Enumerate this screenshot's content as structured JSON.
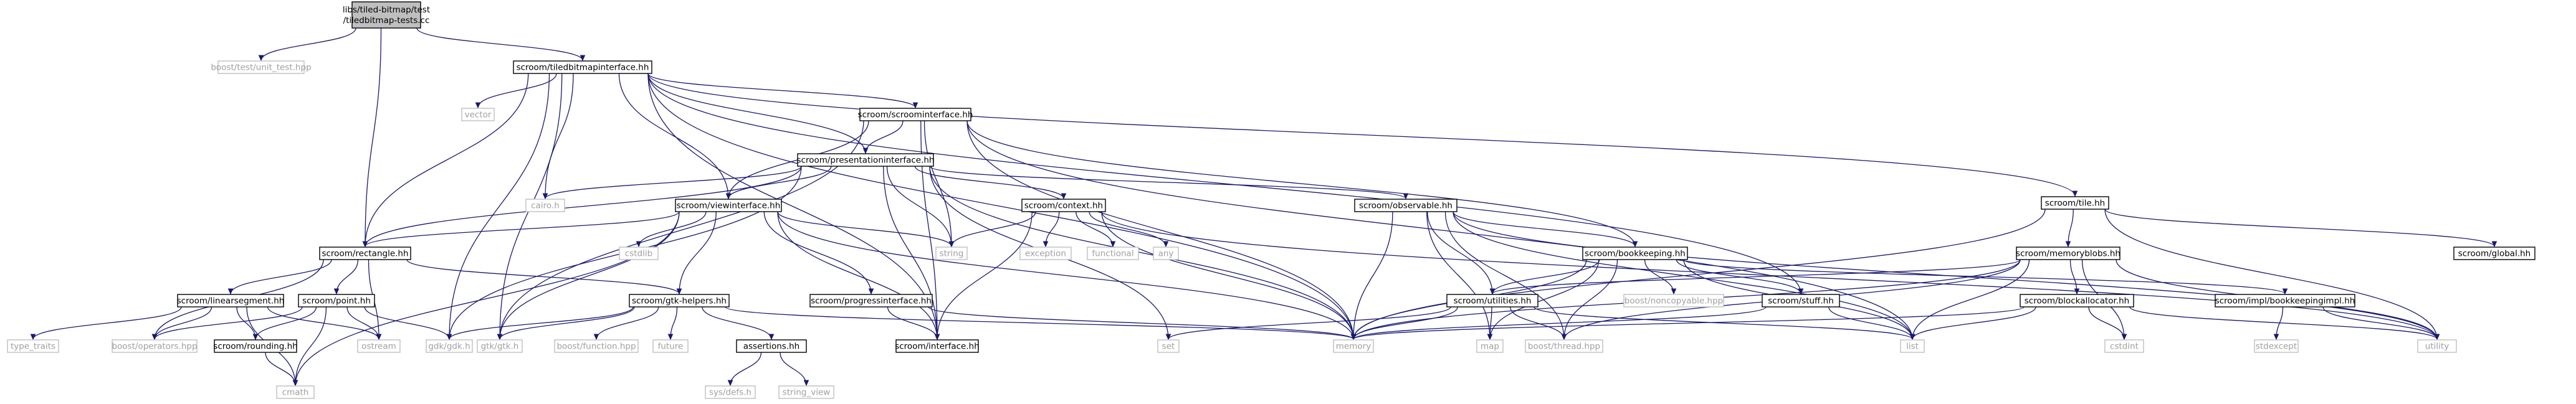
{
  "diagram": {
    "title": "",
    "colors": {
      "edge": "#191970",
      "root_fill": "#bfbfbf",
      "node_border": "#000000",
      "external_border": "#bfbfbf",
      "external_text": "#a0a0a0"
    },
    "nodes": [
      {
        "id": "root",
        "lines": [
          "libs/tiled-bitmap/test",
          "/tiledbitmap-tests.cc"
        ],
        "kind": "root"
      },
      {
        "id": "unit_test",
        "lines": [
          "boost/test/unit_test.hpp"
        ],
        "kind": "external"
      },
      {
        "id": "tbi",
        "lines": [
          "scroom/tiledbitmapinterface.hh"
        ],
        "kind": "internal"
      },
      {
        "id": "vector",
        "lines": [
          "vector"
        ],
        "kind": "external"
      },
      {
        "id": "scroomint",
        "lines": [
          "scroom/scroominterface.hh"
        ],
        "kind": "internal"
      },
      {
        "id": "pres",
        "lines": [
          "scroom/presentationinterface.hh"
        ],
        "kind": "internal"
      },
      {
        "id": "tile",
        "lines": [
          "scroom/tile.hh"
        ],
        "kind": "internal"
      },
      {
        "id": "cairo",
        "lines": [
          "cairo.h"
        ],
        "kind": "external"
      },
      {
        "id": "view",
        "lines": [
          "scroom/viewinterface.hh"
        ],
        "kind": "internal"
      },
      {
        "id": "context",
        "lines": [
          "scroom/context.hh"
        ],
        "kind": "internal"
      },
      {
        "id": "observable",
        "lines": [
          "scroom/observable.hh"
        ],
        "kind": "internal"
      },
      {
        "id": "globalh",
        "lines": [
          "scroom/global.hh"
        ],
        "kind": "internal"
      },
      {
        "id": "rect",
        "lines": [
          "scroom/rectangle.hh"
        ],
        "kind": "internal"
      },
      {
        "id": "cstdlib",
        "lines": [
          "cstdlib"
        ],
        "kind": "external"
      },
      {
        "id": "string",
        "lines": [
          "string"
        ],
        "kind": "external"
      },
      {
        "id": "exception",
        "lines": [
          "exception"
        ],
        "kind": "external"
      },
      {
        "id": "functional",
        "lines": [
          "functional"
        ],
        "kind": "external"
      },
      {
        "id": "any",
        "lines": [
          "any"
        ],
        "kind": "external"
      },
      {
        "id": "bookkeeping",
        "lines": [
          "scroom/bookkeeping.hh"
        ],
        "kind": "internal"
      },
      {
        "id": "memblobs",
        "lines": [
          "scroom/memoryblobs.hh"
        ],
        "kind": "internal"
      },
      {
        "id": "linseg",
        "lines": [
          "scroom/linearsegment.hh"
        ],
        "kind": "internal"
      },
      {
        "id": "point",
        "lines": [
          "scroom/point.hh"
        ],
        "kind": "internal"
      },
      {
        "id": "gtkhelpers",
        "lines": [
          "scroom/gtk-helpers.hh"
        ],
        "kind": "internal"
      },
      {
        "id": "progress",
        "lines": [
          "scroom/progressinterface.hh"
        ],
        "kind": "internal"
      },
      {
        "id": "noncopyable",
        "lines": [
          "boost/noncopyable.hpp"
        ],
        "kind": "external"
      },
      {
        "id": "utilities",
        "lines": [
          "scroom/utilities.hh"
        ],
        "kind": "internal"
      },
      {
        "id": "stuff",
        "lines": [
          "scroom/stuff.hh"
        ],
        "kind": "internal"
      },
      {
        "id": "bkimpl",
        "lines": [
          "scroom/impl/bookkeepingimpl.hh"
        ],
        "kind": "internal"
      },
      {
        "id": "blockalloc",
        "lines": [
          "scroom/blockallocator.hh"
        ],
        "kind": "internal"
      },
      {
        "id": "type_traits",
        "lines": [
          "type_traits"
        ],
        "kind": "external"
      },
      {
        "id": "operators",
        "lines": [
          "boost/operators.hpp"
        ],
        "kind": "external"
      },
      {
        "id": "rounding",
        "lines": [
          "scroom/rounding.hh"
        ],
        "kind": "internal"
      },
      {
        "id": "ostream",
        "lines": [
          "ostream"
        ],
        "kind": "external"
      },
      {
        "id": "gdk",
        "lines": [
          "gdk/gdk.h"
        ],
        "kind": "external"
      },
      {
        "id": "gtk",
        "lines": [
          "gtk/gtk.h"
        ],
        "kind": "external"
      },
      {
        "id": "bfunction",
        "lines": [
          "boost/function.hpp"
        ],
        "kind": "external"
      },
      {
        "id": "future",
        "lines": [
          "future"
        ],
        "kind": "external"
      },
      {
        "id": "assertions",
        "lines": [
          "assertions.hh"
        ],
        "kind": "internal"
      },
      {
        "id": "interface",
        "lines": [
          "scroom/interface.hh"
        ],
        "kind": "internal"
      },
      {
        "id": "set",
        "lines": [
          "set"
        ],
        "kind": "external"
      },
      {
        "id": "memory",
        "lines": [
          "memory"
        ],
        "kind": "external"
      },
      {
        "id": "map",
        "lines": [
          "map"
        ],
        "kind": "external"
      },
      {
        "id": "bthread",
        "lines": [
          "boost/thread.hpp"
        ],
        "kind": "external"
      },
      {
        "id": "list",
        "lines": [
          "list"
        ],
        "kind": "external"
      },
      {
        "id": "cstdint",
        "lines": [
          "cstdint"
        ],
        "kind": "external"
      },
      {
        "id": "stdexcept",
        "lines": [
          "stdexcept"
        ],
        "kind": "external"
      },
      {
        "id": "utility",
        "lines": [
          "utility"
        ],
        "kind": "external"
      },
      {
        "id": "cmath",
        "lines": [
          "cmath"
        ],
        "kind": "external"
      },
      {
        "id": "sysdefs",
        "lines": [
          "sys/defs.h"
        ],
        "kind": "external"
      },
      {
        "id": "string_view",
        "lines": [
          "string_view"
        ],
        "kind": "external"
      }
    ],
    "edges": [
      [
        "root",
        "unit_test"
      ],
      [
        "root",
        "tbi"
      ],
      [
        "root",
        "rect"
      ],
      [
        "tbi",
        "vector"
      ],
      [
        "tbi",
        "scroomint"
      ],
      [
        "tbi",
        "pres"
      ],
      [
        "tbi",
        "tile"
      ],
      [
        "tbi",
        "cairo"
      ],
      [
        "tbi",
        "view"
      ],
      [
        "tbi",
        "rect"
      ],
      [
        "tbi",
        "memory"
      ],
      [
        "tbi",
        "gdk"
      ],
      [
        "tbi",
        "gtk"
      ],
      [
        "tbi",
        "stuff"
      ],
      [
        "tbi",
        "interface"
      ],
      [
        "scroomint",
        "pres"
      ],
      [
        "scroomint",
        "view"
      ],
      [
        "scroomint",
        "string"
      ],
      [
        "scroomint",
        "interface"
      ],
      [
        "scroomint",
        "memory"
      ],
      [
        "scroomint",
        "gtk"
      ],
      [
        "scroomint",
        "list"
      ],
      [
        "scroomint",
        "bookkeeping"
      ],
      [
        "pres",
        "cairo"
      ],
      [
        "pres",
        "view"
      ],
      [
        "pres",
        "context"
      ],
      [
        "pres",
        "observable"
      ],
      [
        "pres",
        "rect"
      ],
      [
        "pres",
        "gdk"
      ],
      [
        "pres",
        "memory"
      ],
      [
        "pres",
        "interface"
      ],
      [
        "pres",
        "set"
      ],
      [
        "pres",
        "string"
      ],
      [
        "tile",
        "memblobs"
      ],
      [
        "tile",
        "globalh"
      ],
      [
        "tile",
        "utility"
      ],
      [
        "tile",
        "memory"
      ],
      [
        "view",
        "rect"
      ],
      [
        "view",
        "cstdlib"
      ],
      [
        "view",
        "string"
      ],
      [
        "view",
        "gtkhelpers"
      ],
      [
        "view",
        "progress"
      ],
      [
        "view",
        "interface"
      ],
      [
        "view",
        "gtk"
      ],
      [
        "view",
        "memory"
      ],
      [
        "view",
        "cmath"
      ],
      [
        "context",
        "string"
      ],
      [
        "context",
        "exception"
      ],
      [
        "context",
        "functional"
      ],
      [
        "context",
        "any"
      ],
      [
        "context",
        "memory"
      ],
      [
        "context",
        "interface"
      ],
      [
        "context",
        "utility"
      ],
      [
        "observable",
        "bookkeeping"
      ],
      [
        "observable",
        "utilities"
      ],
      [
        "observable",
        "memory"
      ],
      [
        "observable",
        "map"
      ],
      [
        "observable",
        "list"
      ],
      [
        "observable",
        "bthread"
      ],
      [
        "observable",
        "utility"
      ],
      [
        "rect",
        "linseg"
      ],
      [
        "rect",
        "point"
      ],
      [
        "rect",
        "gtkhelpers"
      ],
      [
        "rect",
        "operators"
      ],
      [
        "rect",
        "ostream"
      ],
      [
        "bookkeeping",
        "noncopyable"
      ],
      [
        "bookkeeping",
        "utilities"
      ],
      [
        "bookkeeping",
        "stuff"
      ],
      [
        "bookkeeping",
        "bkimpl"
      ],
      [
        "bookkeeping",
        "memory"
      ],
      [
        "bookkeeping",
        "map"
      ],
      [
        "bookkeeping",
        "list"
      ],
      [
        "bookkeeping",
        "bthread"
      ],
      [
        "memblobs",
        "utilities"
      ],
      [
        "memblobs",
        "blockalloc"
      ],
      [
        "memblobs",
        "list"
      ],
      [
        "memblobs",
        "memory"
      ],
      [
        "memblobs",
        "cstdint"
      ],
      [
        "memblobs",
        "utility"
      ],
      [
        "memblobs",
        "bthread"
      ],
      [
        "linseg",
        "operators"
      ],
      [
        "linseg",
        "rounding"
      ],
      [
        "linseg",
        "ostream"
      ],
      [
        "linseg",
        "cmath"
      ],
      [
        "linseg",
        "type_traits"
      ],
      [
        "point",
        "operators"
      ],
      [
        "point",
        "rounding"
      ],
      [
        "point",
        "ostream"
      ],
      [
        "point",
        "cmath"
      ],
      [
        "point",
        "gdk"
      ],
      [
        "gtkhelpers",
        "gtk"
      ],
      [
        "gtkhelpers",
        "gdk"
      ],
      [
        "gtkhelpers",
        "bfunction"
      ],
      [
        "gtkhelpers",
        "future"
      ],
      [
        "gtkhelpers",
        "assertions"
      ],
      [
        "gtkhelpers",
        "memory"
      ],
      [
        "progress",
        "interface"
      ],
      [
        "progress",
        "memory"
      ],
      [
        "utilities",
        "memory"
      ],
      [
        "utilities",
        "map"
      ],
      [
        "utilities",
        "list"
      ],
      [
        "utilities",
        "set"
      ],
      [
        "utilities",
        "bthread"
      ],
      [
        "stuff",
        "memory"
      ],
      [
        "stuff",
        "list"
      ],
      [
        "bkimpl",
        "stdexcept"
      ],
      [
        "bkimpl",
        "utility"
      ],
      [
        "blockalloc",
        "memory"
      ],
      [
        "blockalloc",
        "list"
      ],
      [
        "blockalloc",
        "cstdint"
      ],
      [
        "blockalloc",
        "utility"
      ],
      [
        "rounding",
        "cmath"
      ],
      [
        "assertions",
        "sysdefs"
      ],
      [
        "assertions",
        "string_view"
      ]
    ]
  }
}
